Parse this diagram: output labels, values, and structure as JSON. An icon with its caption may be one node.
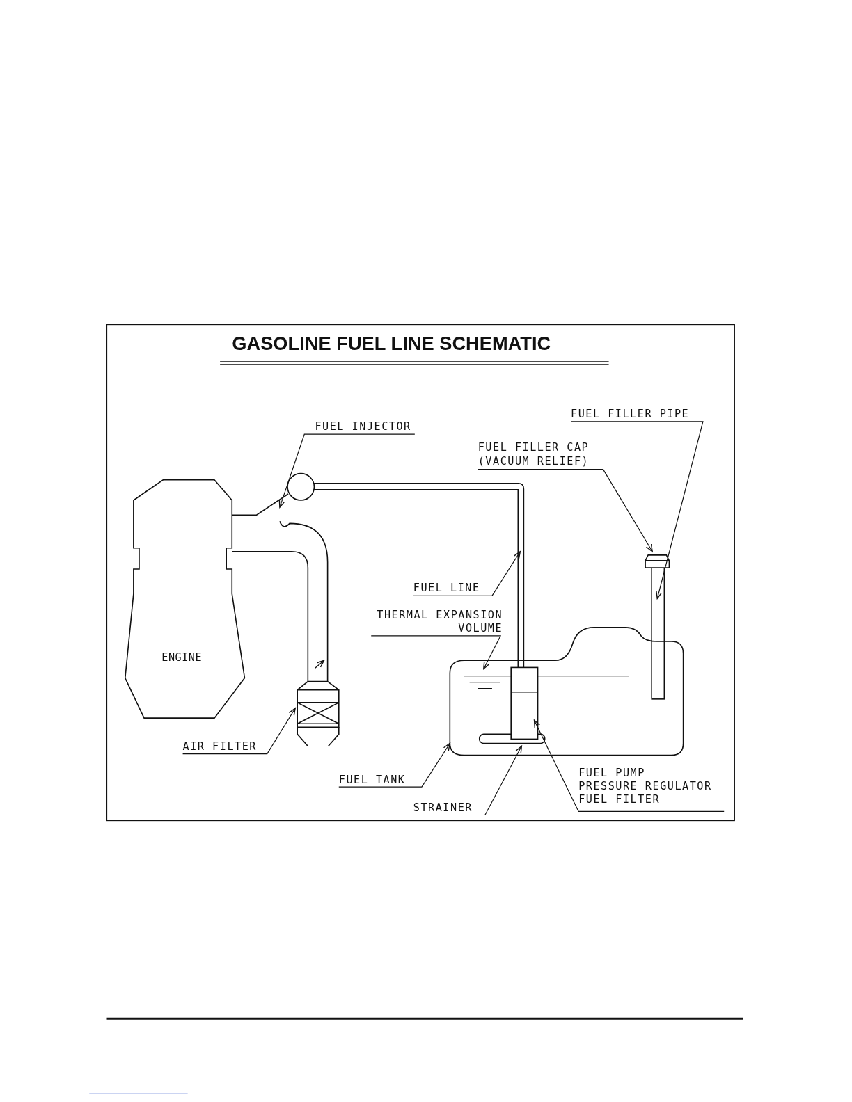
{
  "diagram": {
    "title": "GASOLINE FUEL LINE SCHEMATIC",
    "nodes": [
      {
        "text": [
          "ENGINE"
        ]
      },
      {
        "text": [
          "FUEL INJECTOR"
        ]
      },
      {
        "text": [],
        "shape": "circle"
      },
      {
        "text": [
          "FUEL FILLER PIPE"
        ]
      },
      {
        "text": [],
        "shape": "box"
      },
      {
        "text": [
          "FUEL FILLER CAP",
          "(VACUUM RELIEF)"
        ]
      },
      {
        "text": [],
        "shape": "picture"
      },
      {
        "text": [
          "FUEL LINE"
        ]
      },
      {
        "text": [
          "THERMAL EXPANSION VOLUME"
        ]
      },
      {
        "text": [
          "AIR FILTER"
        ]
      },
      {
        "text": [],
        "shape": "picture"
      },
      {
        "text": [
          "FUEL TANK"
        ]
      },
      {
        "text": [],
        "shape": "picture"
      },
      {
        "text": [
          "STRAINER"
        ]
      },
      {
        "text": [],
        "shape": "box",
        "in": 12
      },
      {
        "text": [
          "FUEL PUMP",
          "PRESSURE REGULATOR",
          "FUEL FILTER"
        ]
      },
      {
        "text": [],
        "shape": "picture",
        "in": 12
      }
    ],
    "edges": [
      {
        "from": 1,
        "to": 2,
        "arrow": "to"
      },
      {
        "from": 3,
        "to": 4,
        "arrow": "to"
      },
      {
        "from": 5,
        "to": 6,
        "arrow": "to"
      },
      {
        "from": 7,
        "to": null,
        "arrow": "to"
      },
      {
        "from": 8,
        "to": 12,
        "arrow": "to"
      },
      {
        "from": 9,
        "to": 10,
        "arrow": "to"
      },
      {
        "from": 11,
        "to": 12,
        "arrow": "to"
      },
      {
        "from": 13,
        "to": 14,
        "arrow": "to"
      },
      {
        "from": 15,
        "to": 16,
        "arrow": "to"
      },
      {
        "from": 10,
        "to": 0,
        "arrow": "none"
      },
      {
        "from": 0,
        "to": 2,
        "arrow": "none"
      },
      {
        "from": 2,
        "to": 16,
        "arrow": "none"
      }
    ]
  }
}
